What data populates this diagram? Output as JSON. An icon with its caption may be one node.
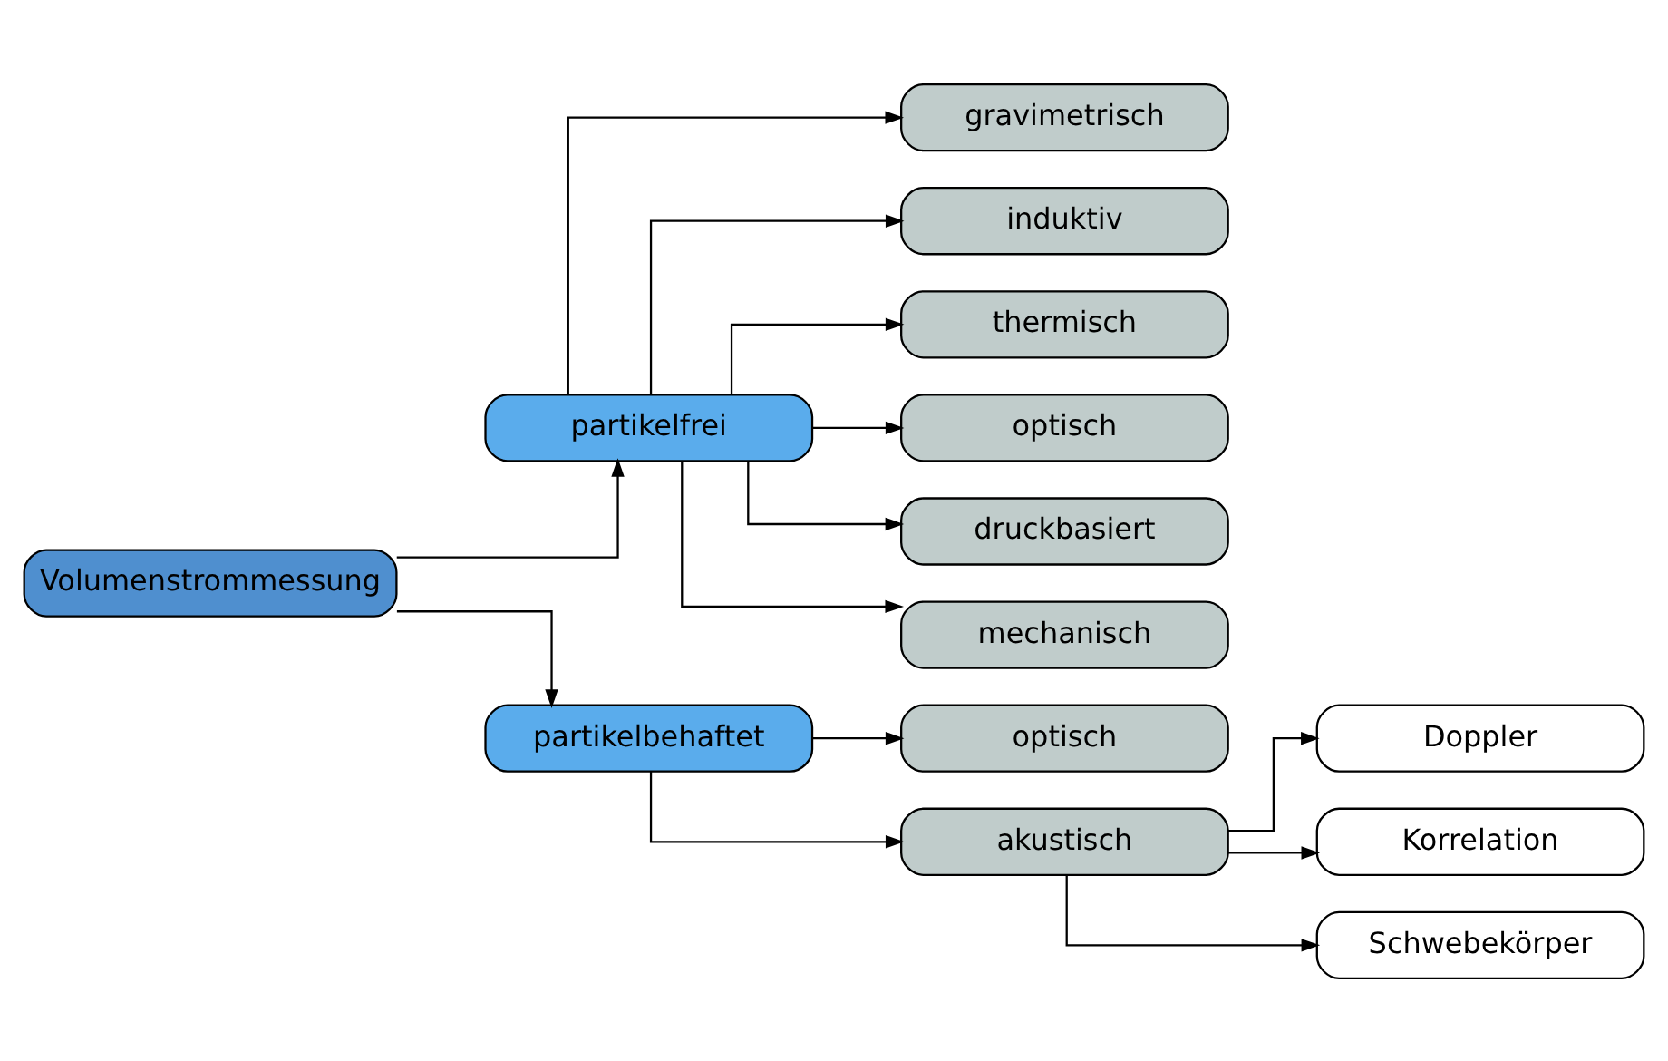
{
  "diagram": {
    "nodes": [
      {
        "text": [
          "Volumenstrommessung"
        ]
      },
      {
        "text": [
          "partikelfrei"
        ]
      },
      {
        "text": [
          "partikelbehaftet"
        ]
      },
      {
        "text": [
          "gravimetrisch"
        ]
      },
      {
        "text": [
          "induktiv"
        ]
      },
      {
        "text": [
          "thermisch"
        ]
      },
      {
        "text": [
          "optisch"
        ]
      },
      {
        "text": [
          "druckbasiert"
        ]
      },
      {
        "text": [
          "mechanisch"
        ]
      },
      {
        "text": [
          "optisch"
        ]
      },
      {
        "text": [
          "akustisch"
        ]
      },
      {
        "text": [
          "Doppler"
        ]
      },
      {
        "text": [
          "Korrelation"
        ]
      },
      {
        "text": [
          "Schwebekörper"
        ]
      }
    ],
    "edges": [
      {
        "from": 0,
        "to": 1,
        "arrow": "to"
      },
      {
        "from": 0,
        "to": 2,
        "arrow": "to"
      },
      {
        "from": 1,
        "to": 3,
        "arrow": "to"
      },
      {
        "from": 1,
        "to": 4,
        "arrow": "to"
      },
      {
        "from": 1,
        "to": 5,
        "arrow": "to"
      },
      {
        "from": 1,
        "to": 6,
        "arrow": "to"
      },
      {
        "from": 1,
        "to": 7,
        "arrow": "to"
      },
      {
        "from": 1,
        "to": 8,
        "arrow": "to"
      },
      {
        "from": 2,
        "to": 9,
        "arrow": "to"
      },
      {
        "from": 2,
        "to": 10,
        "arrow": "to"
      },
      {
        "from": 10,
        "to": 11,
        "arrow": "to"
      },
      {
        "from": 10,
        "to": 12,
        "arrow": "to"
      },
      {
        "from": 10,
        "to": 13,
        "arrow": "to"
      }
    ]
  }
}
